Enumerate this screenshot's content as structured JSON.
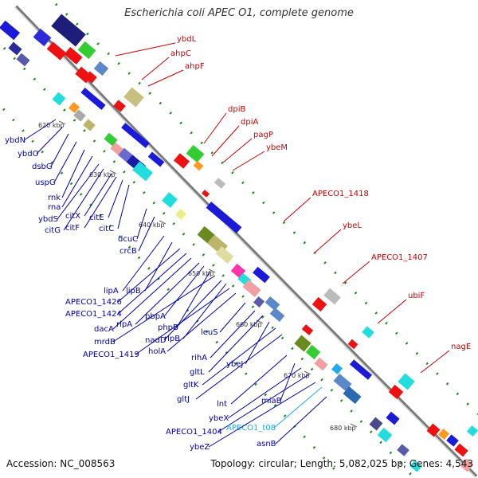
{
  "title": "Escherichia coli APEC O1, complete genome",
  "footer": {
    "accession": "Accession: NC_008563",
    "summary": "Topology: circular; Length: 5,082,025 bp; Genes: 4,543"
  },
  "colors": {
    "backbone": "#8c8c8c",
    "forward_cds": "#0000dd",
    "reverse_cds": "#ee0000",
    "left_label": "#0000aa",
    "right_label": "#cc0000",
    "trna_label": "#22aadd",
    "dotted_ring": "#1a8a1a"
  },
  "ticks": [
    "620 kbp",
    "630 kbp",
    "640 kbp",
    "650 kbp",
    "660 kbp",
    "670 kbp",
    "680 kbp"
  ],
  "right_labels": [
    "ybdL",
    "ahpC",
    "ahpF",
    "dpiB",
    "dpiA",
    "pagP",
    "ybeM",
    "APECO1_1418",
    "ybeL",
    "APECO1_1407",
    "ubiF",
    "nagE"
  ],
  "left_labels": [
    "ybdN",
    "ybdO",
    "dsbG",
    "uspG",
    "rnk",
    "rna",
    "ybdS",
    "citG",
    "citX",
    "citF",
    "citE",
    "citC",
    "dcuC",
    "crcB",
    "lipA",
    "lipB",
    "APECO1_1426",
    "APECO1_1424",
    "dacA",
    "rlpA",
    "pbpA",
    "phpB",
    "mrdB",
    "nadD",
    "rlpB",
    "APECO1_1419",
    "holA",
    "leuS",
    "rihA",
    "gltL",
    "ybeJ",
    "gltK",
    "gltJ",
    "lnt",
    "miaB",
    "ybeX",
    "APECO1_1404",
    "APECO1_t08",
    "ybeZ",
    "asnB"
  ]
}
